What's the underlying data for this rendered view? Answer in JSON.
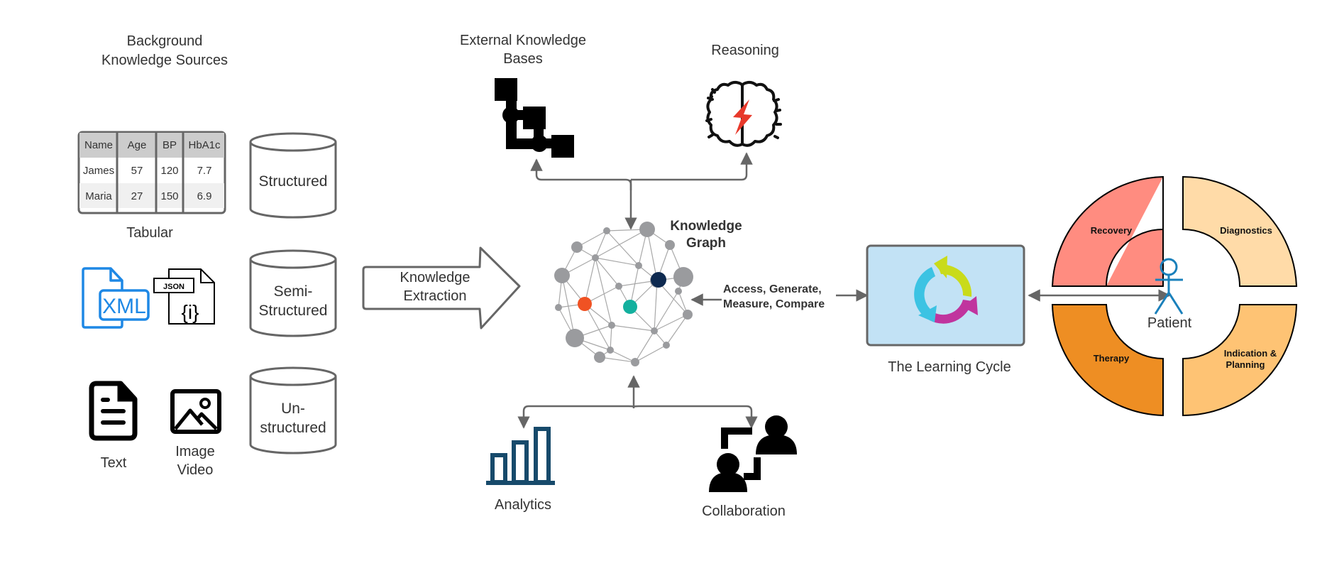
{
  "background_sources": {
    "title_line1": "Background",
    "title_line2": "Knowledge Sources",
    "table": {
      "headers": [
        "Name",
        "Age",
        "BP",
        "HbA1c"
      ],
      "rows": [
        [
          "James",
          "57",
          "120",
          "7.7"
        ],
        [
          "Maria",
          "27",
          "150",
          "6.9"
        ]
      ],
      "caption": "Tabular"
    },
    "semi_structured_icons": {
      "xml_label": "XML",
      "json_label": "JSON",
      "json_glyph": "{i}"
    },
    "text_label": "Text",
    "image_label_line1": "Image",
    "image_label_line2": "Video",
    "stores": {
      "structured": "Structured",
      "semi_line1": "Semi-",
      "semi_line2": "Structured",
      "un_line1": "Un-",
      "un_line2": "structured"
    }
  },
  "extraction": {
    "line1": "Knowledge",
    "line2": "Extraction"
  },
  "external_kb": {
    "line1": "External Knowledge",
    "line2": "Bases"
  },
  "reasoning": {
    "label": "Reasoning"
  },
  "knowledge_graph": {
    "line1": "Knowledge",
    "line2": "Graph"
  },
  "access": {
    "line1": "Access, Generate,",
    "line2": "Measure, Compare"
  },
  "analytics": {
    "label": "Analytics"
  },
  "collaboration": {
    "label": "Collaboration"
  },
  "learning_cycle": {
    "label": "The Learning Cycle"
  },
  "patient_cycle": {
    "center_label": "Patient",
    "segments": [
      {
        "label": "Recovery",
        "color": "#FF8C80"
      },
      {
        "label": "Diagnostics",
        "color": "#FFDBA8"
      },
      {
        "label": "Therapy",
        "color": "#EE8E23"
      },
      {
        "label_line1": "Indication &",
        "label_line2": "Planning",
        "color": "#FEC374"
      }
    ]
  },
  "colors": {
    "arrow": "#666666",
    "xml_blue": "#1E88E5",
    "analytics_blue": "#174A6B",
    "patient_blue": "#1A80BB",
    "learning_bg": "#C2E2F5",
    "kg_orange": "#F05223",
    "kg_teal": "#13B09E",
    "kg_navy": "#0E2A50",
    "brain_bolt": "#E8392B"
  }
}
